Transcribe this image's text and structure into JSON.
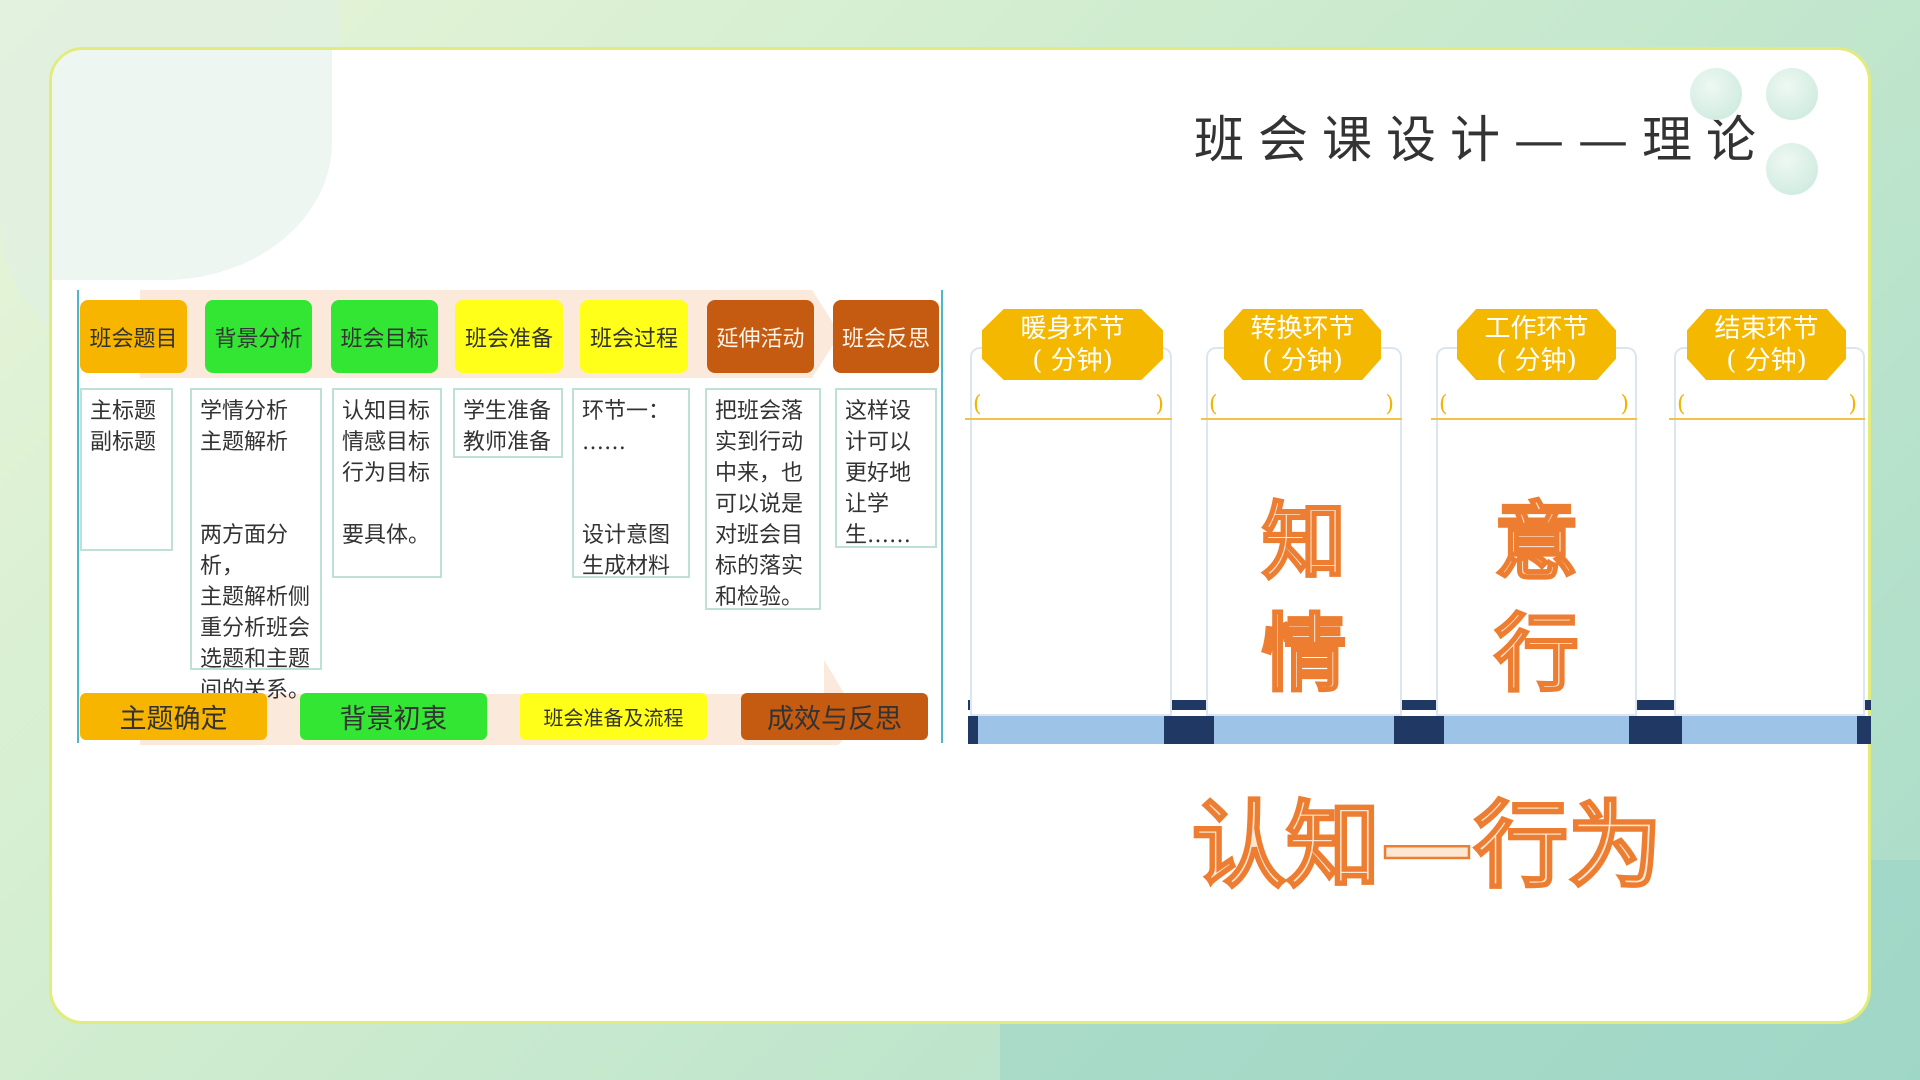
{
  "title": "班会课设计——理论",
  "left_diagram": {
    "headers": [
      {
        "label": "班会题目",
        "color": "#f7b500"
      },
      {
        "label": "背景分析",
        "color": "#33e633"
      },
      {
        "label": "班会目标",
        "color": "#33e633"
      },
      {
        "label": "班会准备",
        "color": "#ffff1a"
      },
      {
        "label": "班会过程",
        "color": "#ffff1a"
      },
      {
        "label": "延伸活动",
        "color": "#c55a11"
      },
      {
        "label": "班会反思",
        "color": "#c55a11"
      }
    ],
    "contents": [
      "主标题\n副标题",
      "学情分析\n主题解析\n\n\n两方面分析，\n主题解析侧\n重分析班会\n选题和主题\n间的关系。",
      "认知目标\n情感目标\n行为目标\n\n要具体。",
      "学生准备\n教师准备",
      "环节一：\n……\n\n\n设计意图\n生成材料",
      "把班会落\n实到行动\n中来，也\n可以说是\n对班会目\n标的落实\n和检验。",
      "这样设\n计可以\n更好地\n让学\n生……"
    ],
    "stages": [
      {
        "label": "主题确定",
        "color": "#f7b500"
      },
      {
        "label": "背景初衷",
        "color": "#33e633"
      },
      {
        "label": "班会准备及流程",
        "color": "#ffff1a"
      },
      {
        "label": "成效与反思",
        "color": "#c55a11"
      }
    ]
  },
  "right_diagram": {
    "segments": [
      {
        "name": "暖身环节",
        "minutes": "(    分钟)",
        "paren_open": "(",
        "paren_close": ")",
        "chars": []
      },
      {
        "name": "转换环节",
        "minutes": "(    分钟)",
        "paren_open": "(",
        "paren_close": ")",
        "chars": [
          "知",
          "情"
        ]
      },
      {
        "name": "工作环节",
        "minutes": "(    分钟)",
        "paren_open": "(",
        "paren_close": ")",
        "chars": [
          "意",
          "行"
        ]
      },
      {
        "name": "结束环节",
        "minutes": "(    分钟)",
        "paren_open": "(",
        "paren_close": ")",
        "chars": []
      }
    ]
  },
  "bottom_caption": "认知—行为"
}
